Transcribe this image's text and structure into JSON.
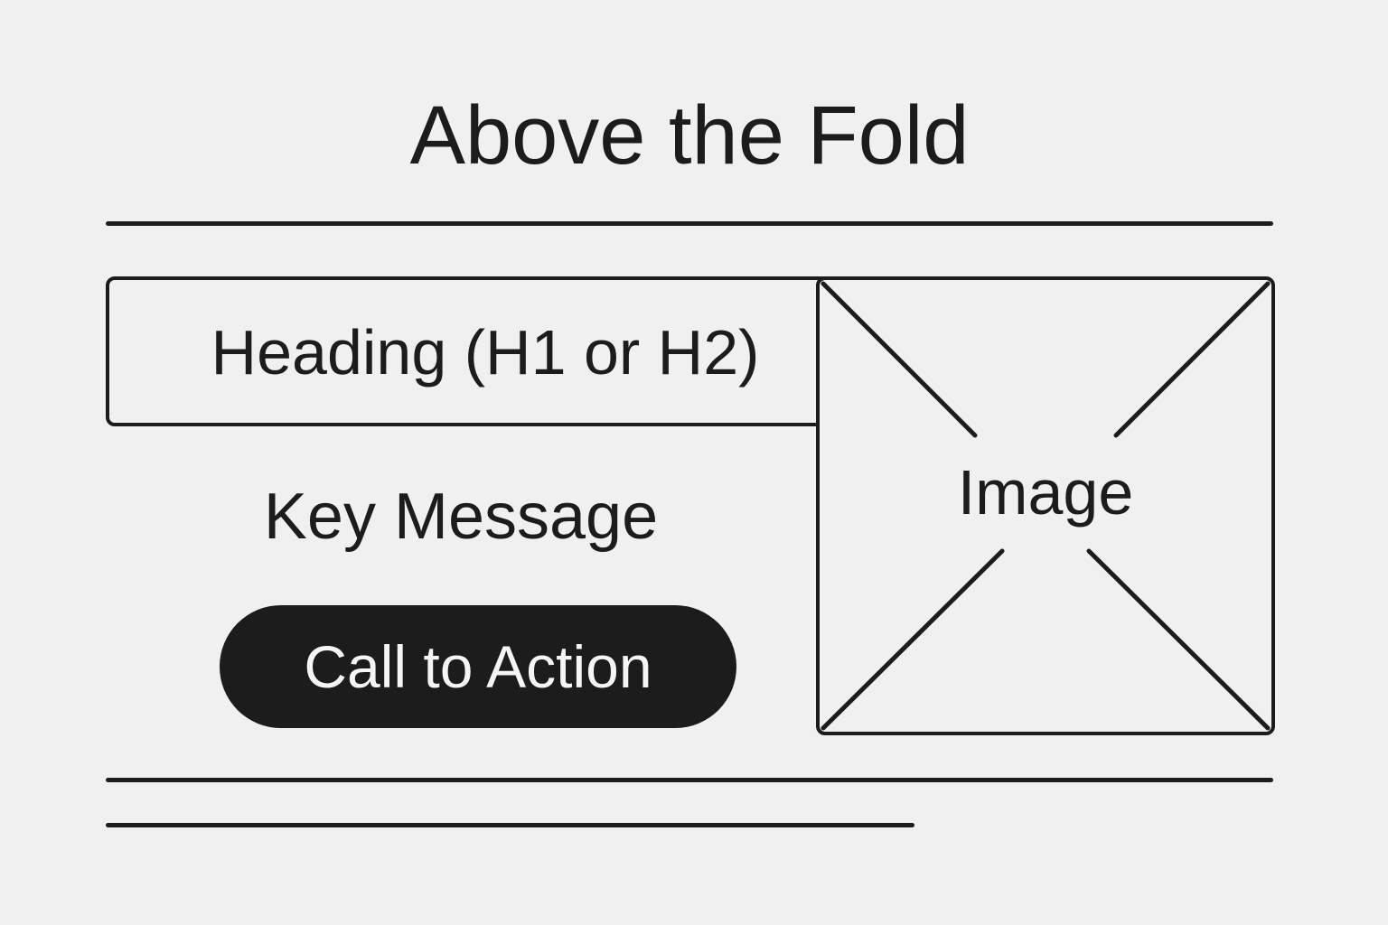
{
  "title": "Above the Fold",
  "heading": "Heading (H1 or H2)",
  "key_message": "Key Message",
  "cta": "Call to Action",
  "image_label": "Image"
}
